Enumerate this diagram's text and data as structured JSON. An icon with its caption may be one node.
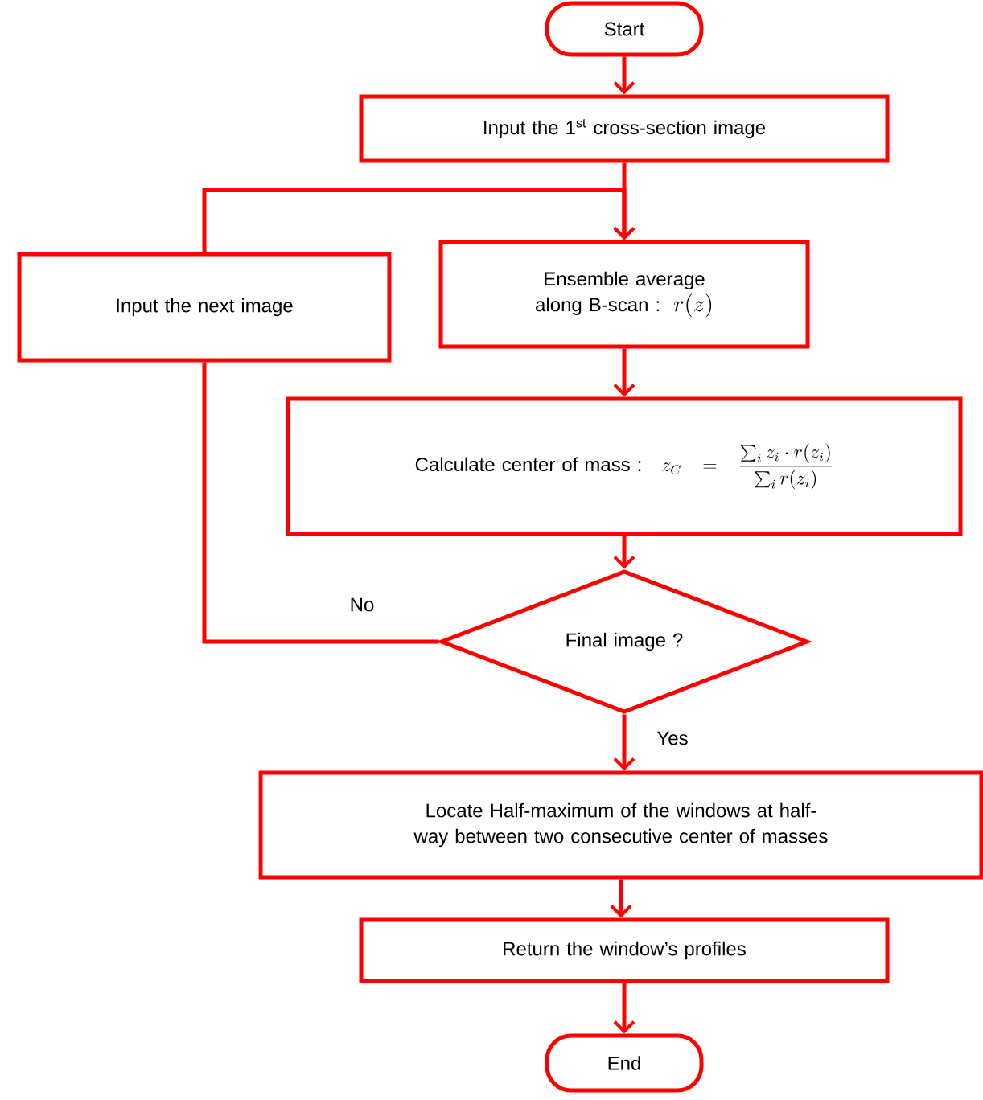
{
  "diagram": {
    "nodes": [
      {
        "text": [
          "Start"
        ]
      },
      {
        "text": [
          "Input the 1$^{st}$ cross-section image"
        ]
      },
      {
        "text": [
          "Ensemble average along B-scan :",
          "r(z)"
        ]
      },
      {
        "text": [
          "Input the next image"
        ]
      },
      {
        "text": [
          "Calculate center of mass :",
          "z_C = \\frac{\\sum_i z_i \\cdot r(z_i)}{\\sum_i r(z_i)}"
        ]
      },
      {
        "text": [
          "Final image ?"
        ]
      },
      {
        "text": [
          "Locate Half-maximum of the windows at half-way between two consecutive center of masses"
        ]
      },
      {
        "text": [
          "Return the window’s profiles"
        ]
      },
      {
        "text": [
          "End"
        ]
      }
    ],
    "edges": [
      {
        "from": 0,
        "to": 1,
        "arrow": "to"
      },
      {
        "from": 1,
        "to": 2,
        "arrow": "to"
      },
      {
        "from": 2,
        "to": 4,
        "arrow": "to"
      },
      {
        "from": 4,
        "to": 5,
        "arrow": "to"
      },
      {
        "from": 5,
        "to": 6,
        "arrow": "to",
        "label": "Yes"
      },
      {
        "from": 6,
        "to": 7,
        "arrow": "to"
      },
      {
        "from": 7,
        "to": 8,
        "arrow": "to"
      },
      {
        "from": 5,
        "to": 3,
        "arrow": "none",
        "label": "No"
      },
      {
        "from": 3,
        "to": 2,
        "arrow": "to"
      }
    ]
  }
}
